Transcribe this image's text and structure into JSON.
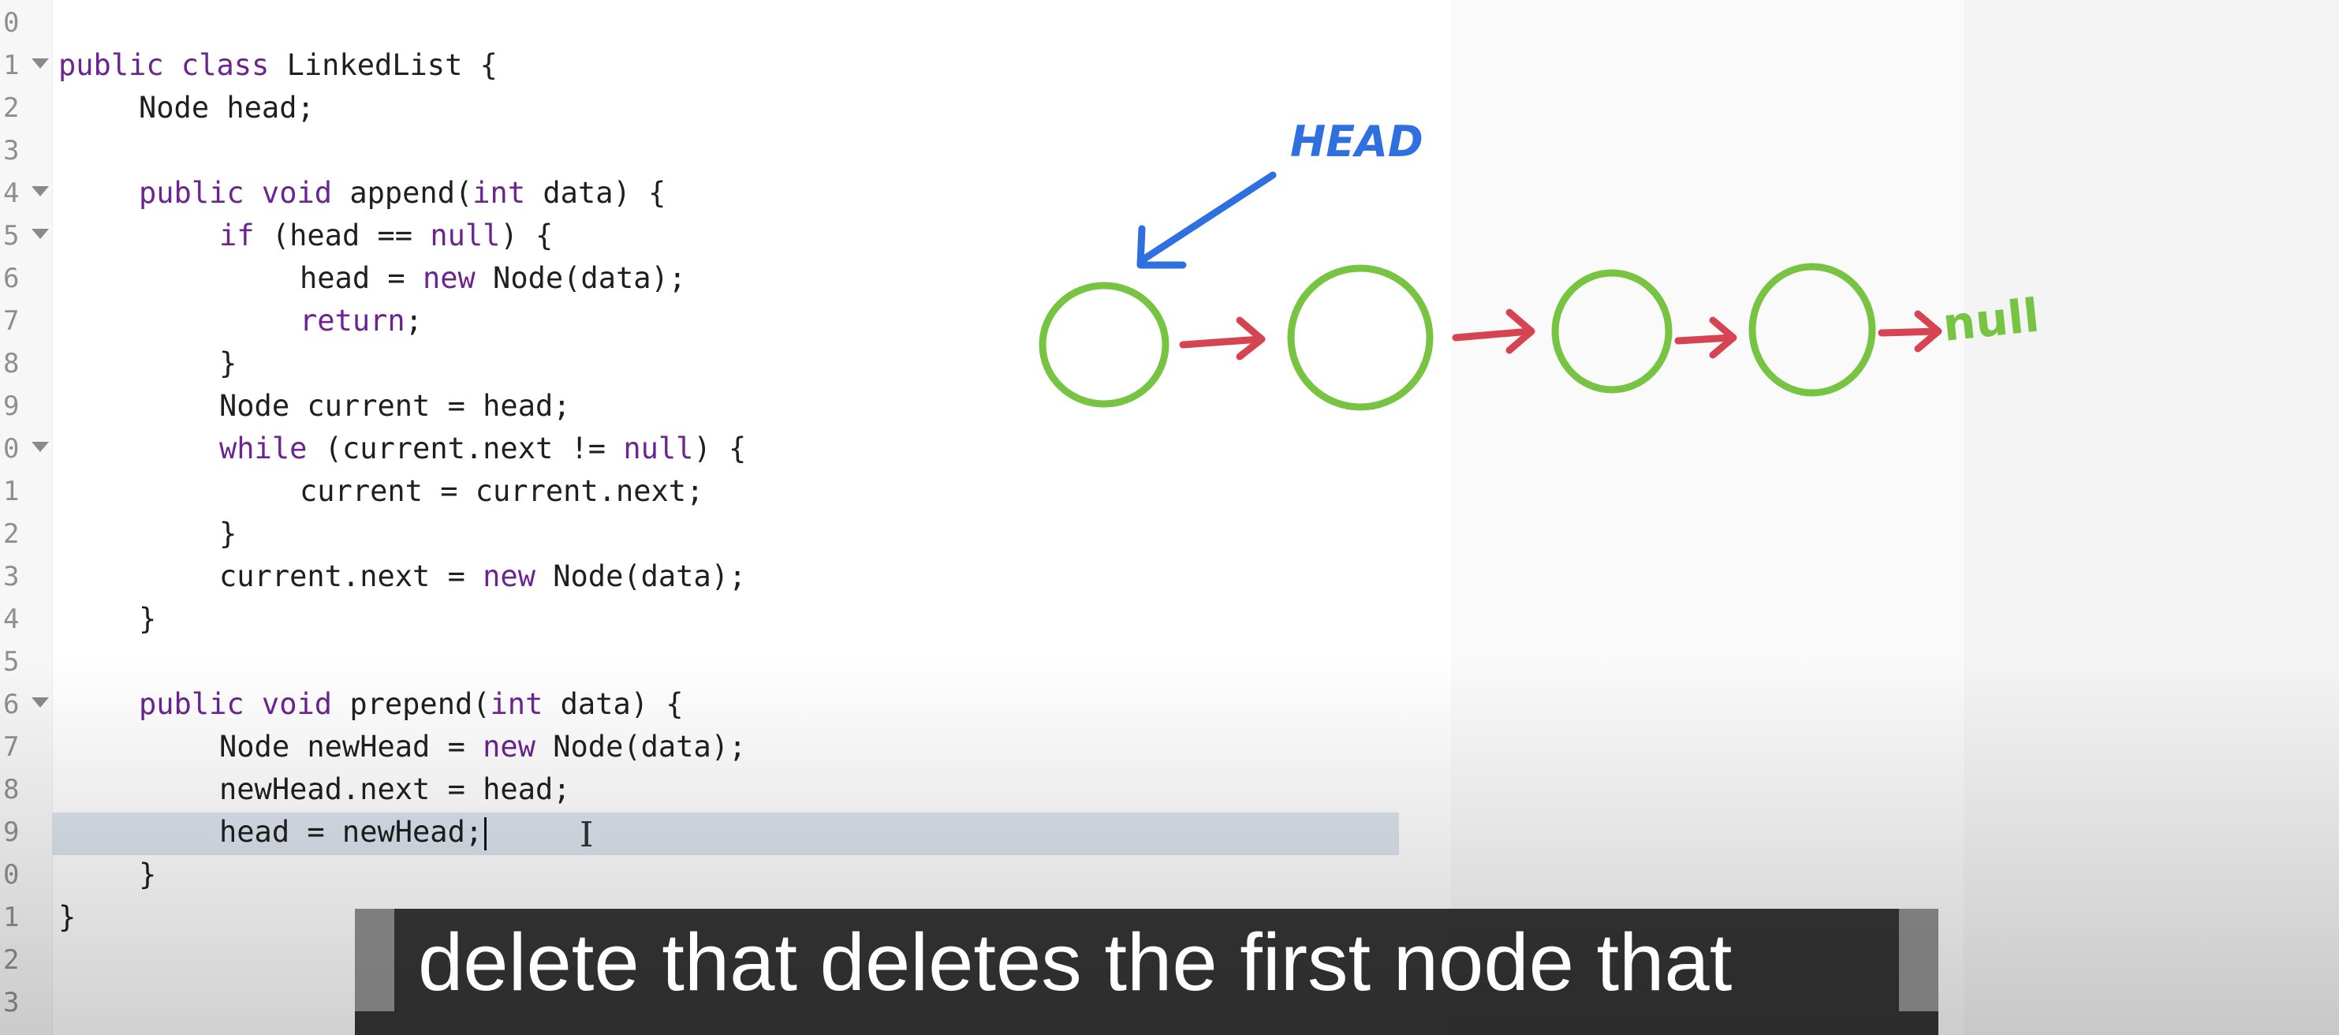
{
  "editor": {
    "lines": [
      {
        "n": "0",
        "fold": false,
        "indent": 0,
        "tokens": []
      },
      {
        "n": "1",
        "fold": true,
        "indent": 0,
        "tokens": [
          {
            "t": "public class",
            "k": true
          },
          {
            "t": " LinkedList {",
            "k": false
          }
        ]
      },
      {
        "n": "2",
        "fold": false,
        "indent": 1,
        "tokens": [
          {
            "t": "Node head;",
            "k": false
          }
        ]
      },
      {
        "n": "3",
        "fold": false,
        "indent": 0,
        "tokens": []
      },
      {
        "n": "4",
        "fold": true,
        "indent": 1,
        "tokens": [
          {
            "t": "public void",
            "k": true
          },
          {
            "t": " append(",
            "k": false
          },
          {
            "t": "int",
            "k": true
          },
          {
            "t": " data) {",
            "k": false
          }
        ]
      },
      {
        "n": "5",
        "fold": true,
        "indent": 2,
        "tokens": [
          {
            "t": "if",
            "k": true
          },
          {
            "t": " (head == ",
            "k": false
          },
          {
            "t": "null",
            "k": true
          },
          {
            "t": ") {",
            "k": false
          }
        ]
      },
      {
        "n": "6",
        "fold": false,
        "indent": 3,
        "tokens": [
          {
            "t": "head = ",
            "k": false
          },
          {
            "t": "new",
            "k": true
          },
          {
            "t": " Node(data);",
            "k": false
          }
        ]
      },
      {
        "n": "7",
        "fold": false,
        "indent": 3,
        "tokens": [
          {
            "t": "return",
            "k": true
          },
          {
            "t": ";",
            "k": false
          }
        ]
      },
      {
        "n": "8",
        "fold": false,
        "indent": 2,
        "tokens": [
          {
            "t": "}",
            "k": false
          }
        ]
      },
      {
        "n": "9",
        "fold": false,
        "indent": 2,
        "tokens": [
          {
            "t": "Node current = head;",
            "k": false
          }
        ]
      },
      {
        "n": "0",
        "fold": true,
        "indent": 2,
        "tokens": [
          {
            "t": "while",
            "k": true
          },
          {
            "t": " (current.next != ",
            "k": false
          },
          {
            "t": "null",
            "k": true
          },
          {
            "t": ") {",
            "k": false
          }
        ]
      },
      {
        "n": "1",
        "fold": false,
        "indent": 3,
        "tokens": [
          {
            "t": "current = current.next;",
            "k": false
          }
        ]
      },
      {
        "n": "2",
        "fold": false,
        "indent": 2,
        "tokens": [
          {
            "t": "}",
            "k": false
          }
        ]
      },
      {
        "n": "3",
        "fold": false,
        "indent": 2,
        "tokens": [
          {
            "t": "current.next = ",
            "k": false
          },
          {
            "t": "new",
            "k": true
          },
          {
            "t": " Node(data);",
            "k": false
          }
        ]
      },
      {
        "n": "4",
        "fold": false,
        "indent": 1,
        "tokens": [
          {
            "t": "}",
            "k": false
          }
        ]
      },
      {
        "n": "5",
        "fold": false,
        "indent": 0,
        "tokens": []
      },
      {
        "n": "6",
        "fold": true,
        "indent": 1,
        "tokens": [
          {
            "t": "public void",
            "k": true
          },
          {
            "t": " prepend(",
            "k": false
          },
          {
            "t": "int",
            "k": true
          },
          {
            "t": " data) {",
            "k": false
          }
        ]
      },
      {
        "n": "7",
        "fold": false,
        "indent": 2,
        "tokens": [
          {
            "t": "Node newHead = ",
            "k": false
          },
          {
            "t": "new",
            "k": true
          },
          {
            "t": " Node(data);",
            "k": false
          }
        ]
      },
      {
        "n": "8",
        "fold": false,
        "indent": 2,
        "tokens": [
          {
            "t": "newHead.next = head;",
            "k": false
          }
        ]
      },
      {
        "n": "9",
        "fold": false,
        "indent": 2,
        "current": true,
        "tokens": [
          {
            "t": "head = newHead;",
            "k": false
          }
        ]
      },
      {
        "n": "0",
        "fold": false,
        "indent": 1,
        "tokens": [
          {
            "t": "}",
            "k": false
          }
        ]
      },
      {
        "n": "1",
        "fold": false,
        "indent": 0,
        "tokens": [
          {
            "t": "}",
            "k": false
          }
        ]
      },
      {
        "n": "2",
        "fold": false,
        "indent": 0,
        "tokens": []
      },
      {
        "n": "3",
        "fold": false,
        "indent": 0,
        "tokens": []
      }
    ]
  },
  "diagram": {
    "head_label": "HEAD",
    "null_label": "null",
    "node_color": "#76c442",
    "arrow_color": "#d64452",
    "head_color": "#2f6fe0"
  },
  "caption": {
    "text": "delete that deletes the first node that"
  }
}
